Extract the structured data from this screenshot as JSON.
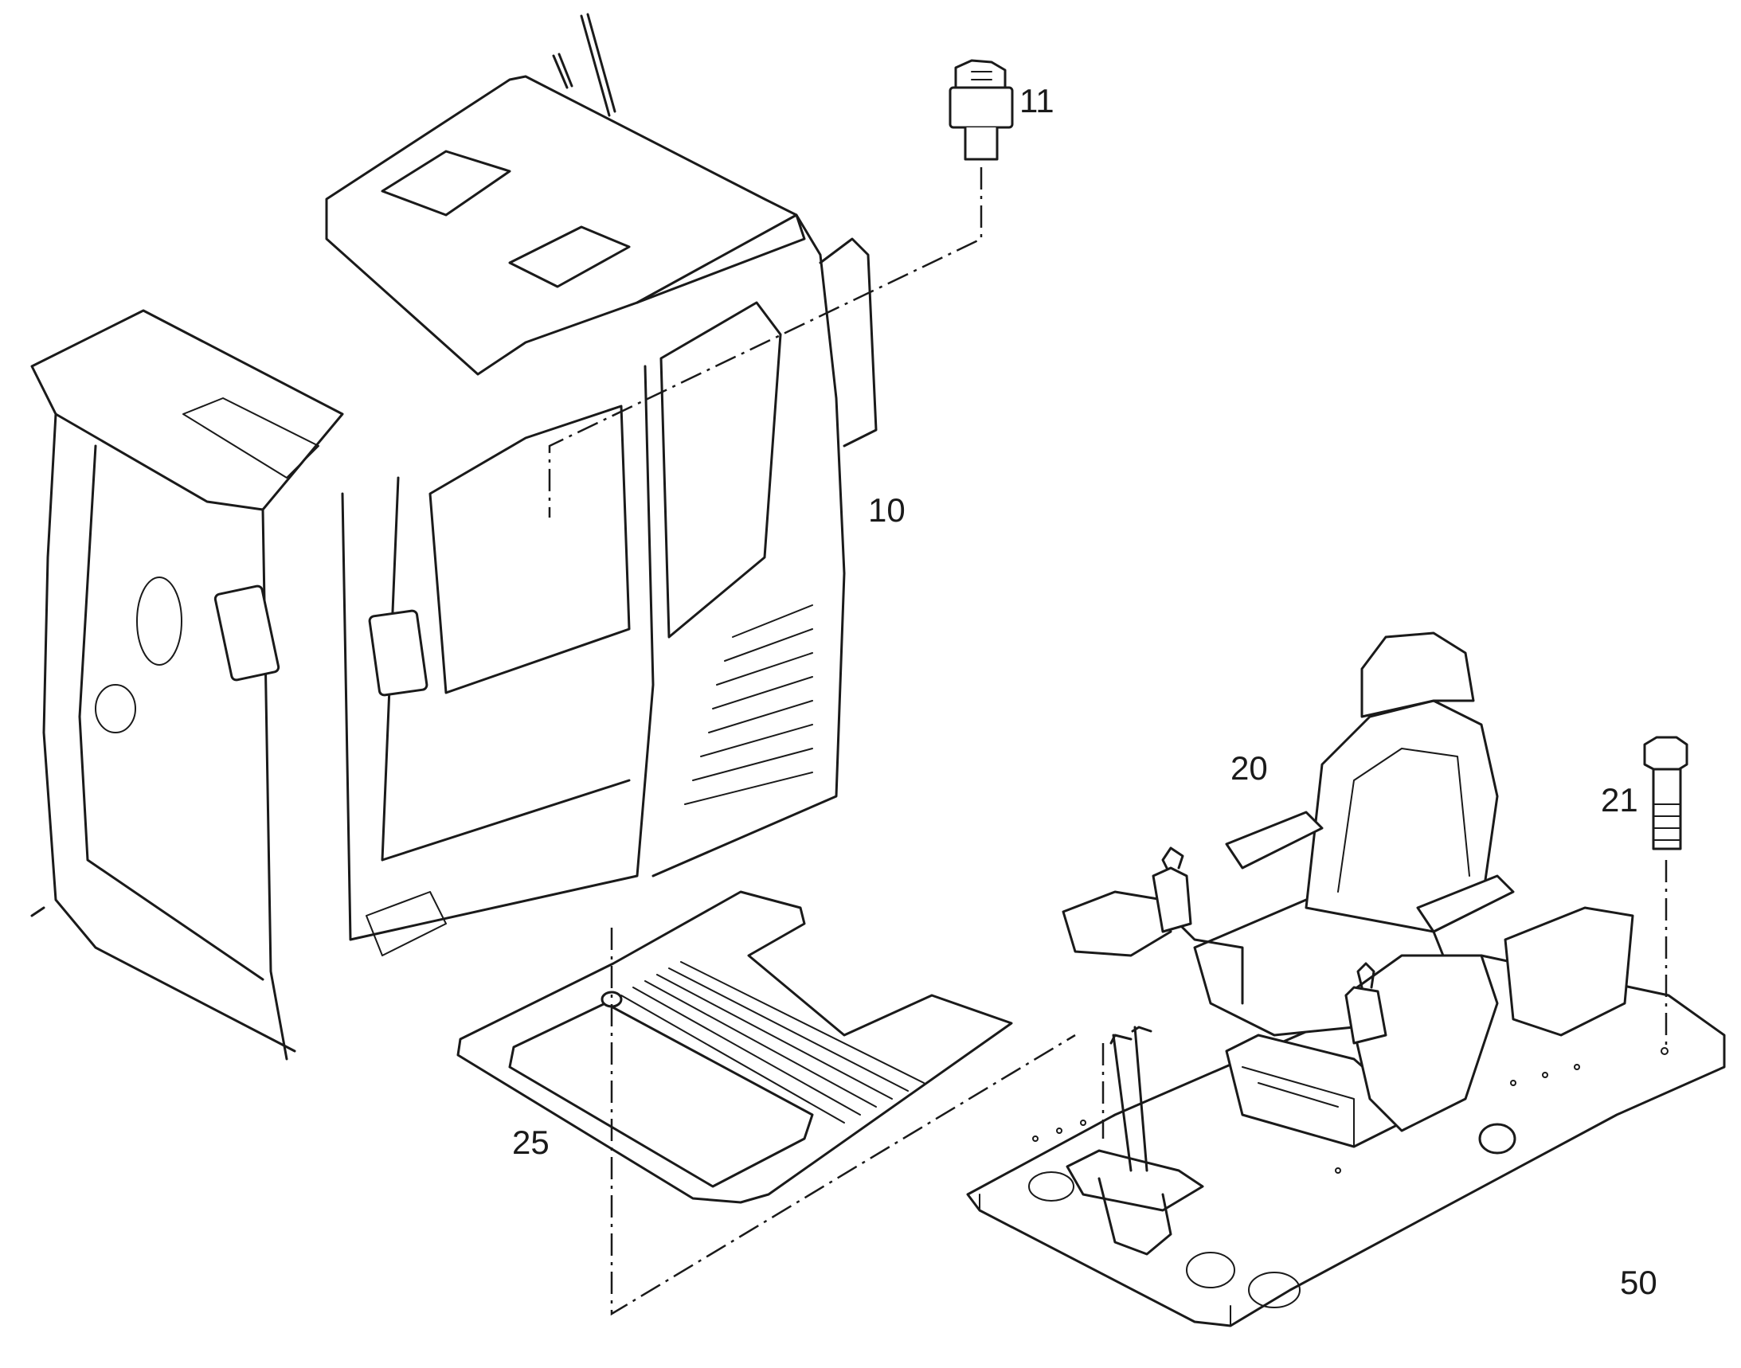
{
  "callouts": {
    "p10": "10",
    "p11": "11",
    "p20": "20",
    "p21": "21",
    "p25": "25",
    "p50": "50"
  },
  "parts": [
    {
      "id": "cab",
      "callout": "10",
      "icon": "operator-cab"
    },
    {
      "id": "cab-bolt",
      "callout": "11",
      "icon": "mounting-bolt-with-bushing"
    },
    {
      "id": "seat",
      "callout": "20",
      "icon": "operator-seat-with-consoles"
    },
    {
      "id": "seat-bolt",
      "callout": "21",
      "icon": "hex-bolt"
    },
    {
      "id": "floor-mat",
      "callout": "25",
      "icon": "floor-mat"
    },
    {
      "id": "floor-plate",
      "callout": "50",
      "icon": "cab-floor-plate"
    }
  ]
}
